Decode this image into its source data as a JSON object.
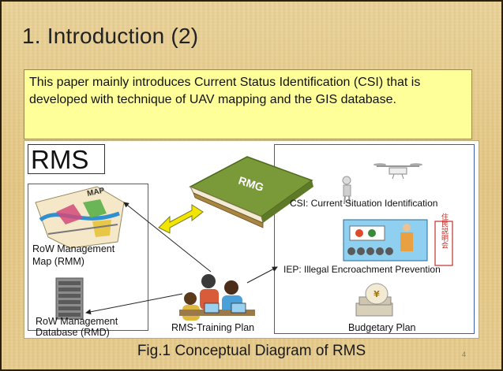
{
  "slide": {
    "title": "1. Introduction (2)",
    "intro_text": "This paper mainly introduces Current Status Identification (CSI) that is developed with technique of UAV mapping and the GIS database.",
    "caption": "Fig.1 Conceptual Diagram of RMS",
    "page_number": "4"
  },
  "diagram": {
    "rms_label": "RMS",
    "book_label": "RMG",
    "map_label": "MAP",
    "rmm_label_line1": "RoW Management",
    "rmm_label_line2": "Map (RMM)",
    "rmd_label_line1": "RoW Management",
    "rmd_label_line2": "Database (RMD)",
    "training_label": "RMS-Training Plan",
    "csi_label": "CSI: Current Situation Identification",
    "iep_label": "IEP: Illegal Encroachment Prevention",
    "budget_label": "Budgetary Plan",
    "sign_text": "住民説明会",
    "money_symbol": "¥",
    "colors": {
      "intro_bg": "#ffff99",
      "box_border": "#3a5fa8",
      "book_green": "#7a9a3a",
      "arrow_yellow": "#f2e600"
    }
  }
}
